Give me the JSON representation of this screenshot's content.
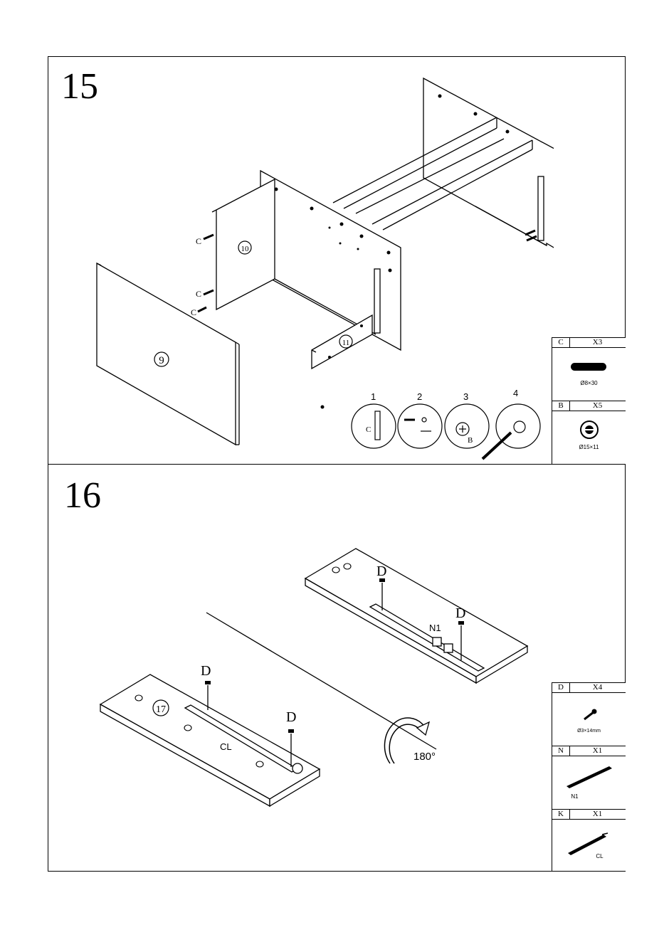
{
  "steps": [
    {
      "number": "15",
      "labels": {
        "panel_9": "9",
        "panel_10": "10",
        "panel_11": "11",
        "c1": "C",
        "c2": "C",
        "c3": "C"
      },
      "detail_steps": [
        "1",
        "2",
        "3",
        "4"
      ],
      "detail_labels": {
        "d1": "C",
        "d3": "B"
      },
      "parts": [
        {
          "letter": "C",
          "qty": "X3",
          "dim": "Ø8×30"
        },
        {
          "letter": "B",
          "qty": "X5",
          "dim": "Ø15×11"
        }
      ]
    },
    {
      "number": "16",
      "labels": {
        "panel_17": "17",
        "d1": "D",
        "d2": "D",
        "d3": "D",
        "d4": "D",
        "cl": "CL",
        "n1": "N1",
        "rotate": "180°"
      },
      "parts": [
        {
          "letter": "D",
          "qty": "X4",
          "dim": "Ø3×14mm"
        },
        {
          "letter": "N",
          "qty": "X1",
          "dim": "N1"
        },
        {
          "letter": "K",
          "qty": "X1",
          "dim": "CL"
        }
      ]
    }
  ]
}
